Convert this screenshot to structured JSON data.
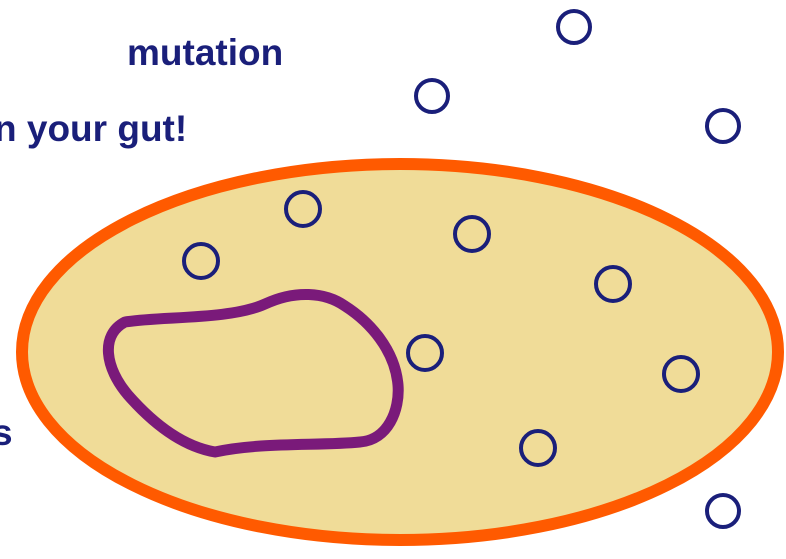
{
  "text_lines": [
    "mutation",
    "n your gut!",
    "s"
  ],
  "colors": {
    "cell_fill": "#f0dc98",
    "cell_membrane": "#ff5a00",
    "nucleoid": "#7a1a7a",
    "particles": "#1a1f7a",
    "text": "#1a1f7a"
  }
}
